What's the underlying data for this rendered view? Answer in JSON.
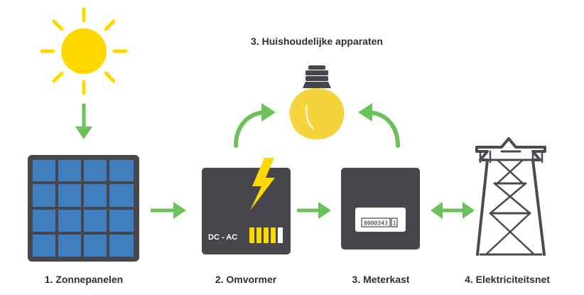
{
  "labels": {
    "panels": "1. Zonnepanelen",
    "inverter": "2. Omvormer",
    "meter": "3. Meterkast",
    "grid": "4. Elektriciteitsnet",
    "appliances": "3. Huishoudelijke apparaten"
  },
  "inverter": {
    "display": "DC - AC"
  },
  "meter": {
    "reading": "0000343",
    "digit": "1"
  },
  "colors": {
    "sun": "#ffd800",
    "arrow": "#6dc15a",
    "device": "#46464c",
    "panel_cell": "#3f7fbf",
    "bulb": "#f5d33a",
    "tower": "#4a4a50"
  },
  "icons": [
    "sun-icon",
    "solar-panel-icon",
    "lightning-icon",
    "battery-icon",
    "bulb-icon",
    "meter-icon",
    "pylon-icon"
  ]
}
